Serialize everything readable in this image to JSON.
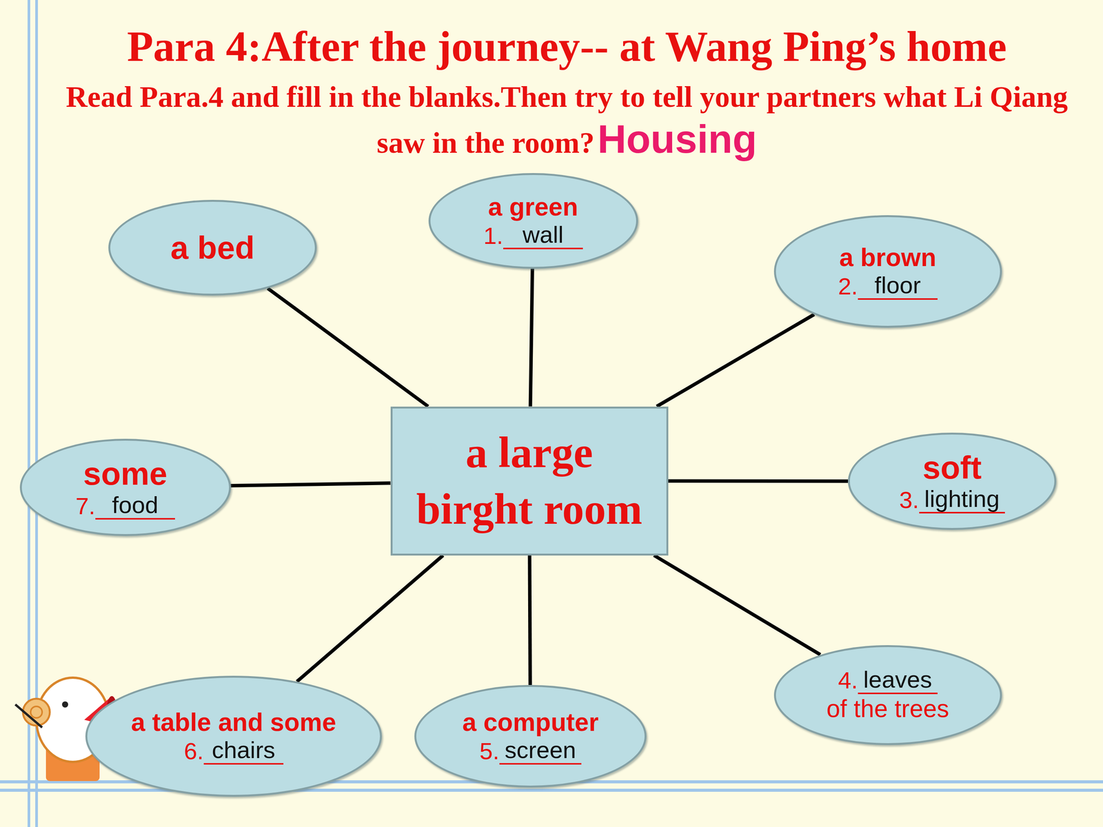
{
  "diagram": {
    "title": "Para 4:After the journey-- at Wang Ping’s home",
    "nodes": [
      {
        "text": [
          "a large birght room"
        ]
      },
      {
        "text": [
          "a bed"
        ]
      },
      {
        "text": [
          "a green",
          "1.",
          "wall"
        ]
      },
      {
        "text": [
          "a brown",
          "2.",
          "floor"
        ]
      },
      {
        "text": [
          "soft",
          "3.",
          "lighting"
        ]
      },
      {
        "text": [
          "4.",
          "leaves",
          "of the trees"
        ]
      },
      {
        "text": [
          "a computer",
          "5.",
          "screen"
        ]
      },
      {
        "text": [
          "a table and some",
          "6.",
          "chairs"
        ]
      },
      {
        "text": [
          "some",
          "7.",
          "food"
        ]
      }
    ],
    "edges": [
      {
        "from": 0,
        "to": 1,
        "arrow": "none"
      },
      {
        "from": 0,
        "to": 2,
        "arrow": "none"
      },
      {
        "from": 0,
        "to": 3,
        "arrow": "none"
      },
      {
        "from": 0,
        "to": 4,
        "arrow": "none"
      },
      {
        "from": 0,
        "to": 5,
        "arrow": "none"
      },
      {
        "from": 0,
        "to": 6,
        "arrow": "none"
      },
      {
        "from": 0,
        "to": 7,
        "arrow": "none"
      },
      {
        "from": 0,
        "to": 8,
        "arrow": "none"
      }
    ],
    "labels": [
      "Read Para.4 and fill in the blanks.Then try to tell your partners what Li Qiang saw in the room?",
      "Housing"
    ]
  }
}
